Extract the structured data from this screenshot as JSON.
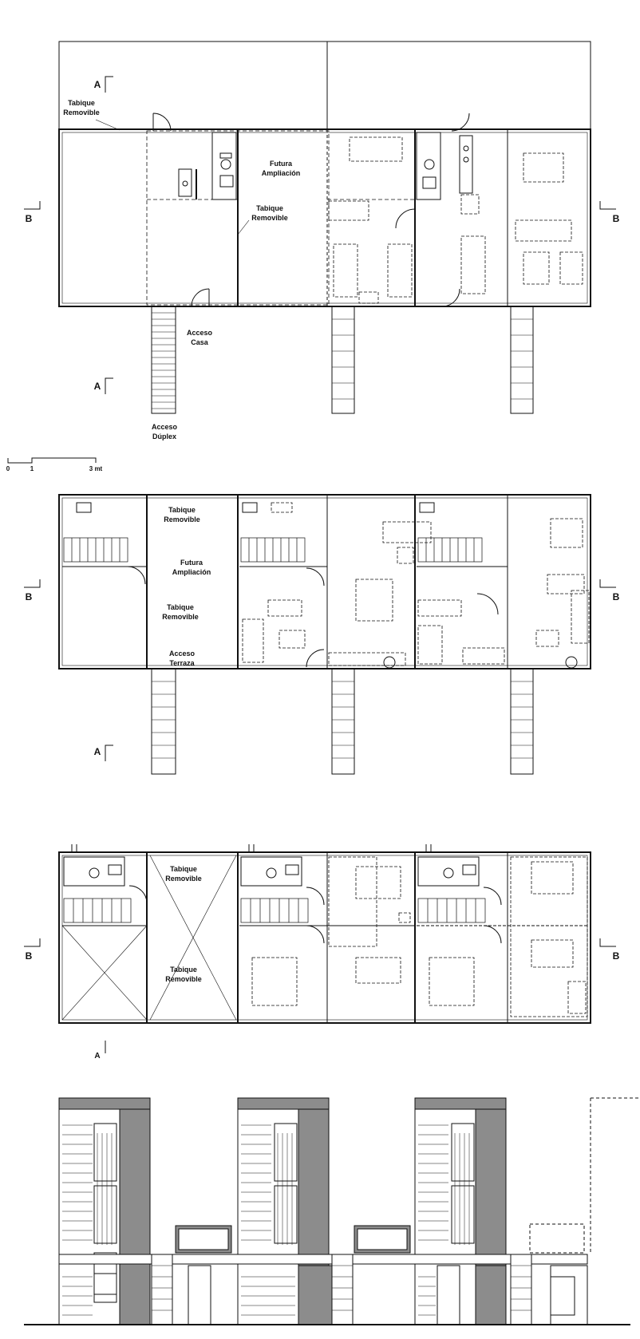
{
  "plan_ground": {
    "tabique_removible_1": [
      "Tabique",
      "Removible"
    ],
    "futura_ampliacion": [
      "Futura",
      "Ampliación"
    ],
    "tabique_removible_2": [
      "Tabique",
      "Removible"
    ],
    "acceso_casa": [
      "Acceso",
      "Casa"
    ],
    "acceso_duplex": [
      "Acceso",
      "Dúplex"
    ],
    "section_a": "A",
    "section_b": "B"
  },
  "scale_bar": {
    "labels": [
      "0",
      "1",
      "3 mt"
    ]
  },
  "plan_second": {
    "tabique_removible_1": [
      "Tabique",
      "Removible"
    ],
    "futura_ampliacion": [
      "Futura",
      "Ampliación"
    ],
    "tabique_removible_2": [
      "Tabique",
      "Removible"
    ],
    "acceso_terraza": [
      "Acceso",
      "Terraza"
    ],
    "section_a": "A",
    "section_b": "B"
  },
  "plan_third": {
    "tabique_removible_1": [
      "Tabique",
      "Removible"
    ],
    "tabique_removible_2": [
      "Tabique",
      "Removible"
    ],
    "section_a": "A",
    "section_b": "B"
  },
  "colors": {
    "line": "#111111",
    "wall_fill": "#555555",
    "facade_grey": "#8c8c8c",
    "paper": "#ffffff"
  }
}
